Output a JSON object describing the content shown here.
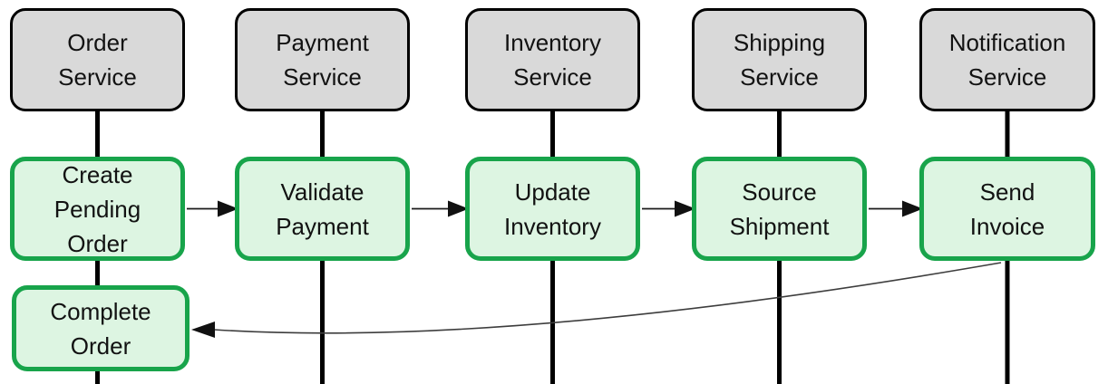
{
  "diagram_type": "microservices-saga-sequence",
  "colors": {
    "service_fill": "#d9d9d9",
    "service_border": "#000000",
    "step_fill": "#ddf5e2",
    "step_border": "#18a44b",
    "lifeline": "#000000",
    "arrow": "#1a1a1a",
    "return_arrow": "#3d3d3d"
  },
  "services": [
    {
      "id": "order-service",
      "lines": [
        "Order",
        "Service"
      ]
    },
    {
      "id": "payment-service",
      "lines": [
        "Payment",
        "Service"
      ]
    },
    {
      "id": "inventory-service",
      "lines": [
        "Inventory",
        "Service"
      ]
    },
    {
      "id": "shipping-service",
      "lines": [
        "Shipping",
        "Service"
      ]
    },
    {
      "id": "notification-service",
      "lines": [
        "Notification",
        "Service"
      ]
    }
  ],
  "steps": [
    {
      "id": "create-pending-order",
      "lines": [
        "Create",
        "Pending",
        "Order"
      ]
    },
    {
      "id": "validate-payment",
      "lines": [
        "Validate",
        "Payment"
      ]
    },
    {
      "id": "update-inventory",
      "lines": [
        "Update",
        "Inventory"
      ]
    },
    {
      "id": "source-shipment",
      "lines": [
        "Source",
        "Shipment"
      ]
    },
    {
      "id": "send-invoice",
      "lines": [
        "Send",
        "Invoice"
      ]
    }
  ],
  "completion_step": {
    "id": "complete-order",
    "lines": [
      "Complete",
      "Order"
    ]
  },
  "flow": {
    "forward_arrows": [
      {
        "from": "create-pending-order",
        "to": "validate-payment"
      },
      {
        "from": "validate-payment",
        "to": "update-inventory"
      },
      {
        "from": "update-inventory",
        "to": "source-shipment"
      },
      {
        "from": "source-shipment",
        "to": "send-invoice"
      }
    ],
    "return_arrow": {
      "from": "send-invoice",
      "to": "complete-order"
    }
  }
}
